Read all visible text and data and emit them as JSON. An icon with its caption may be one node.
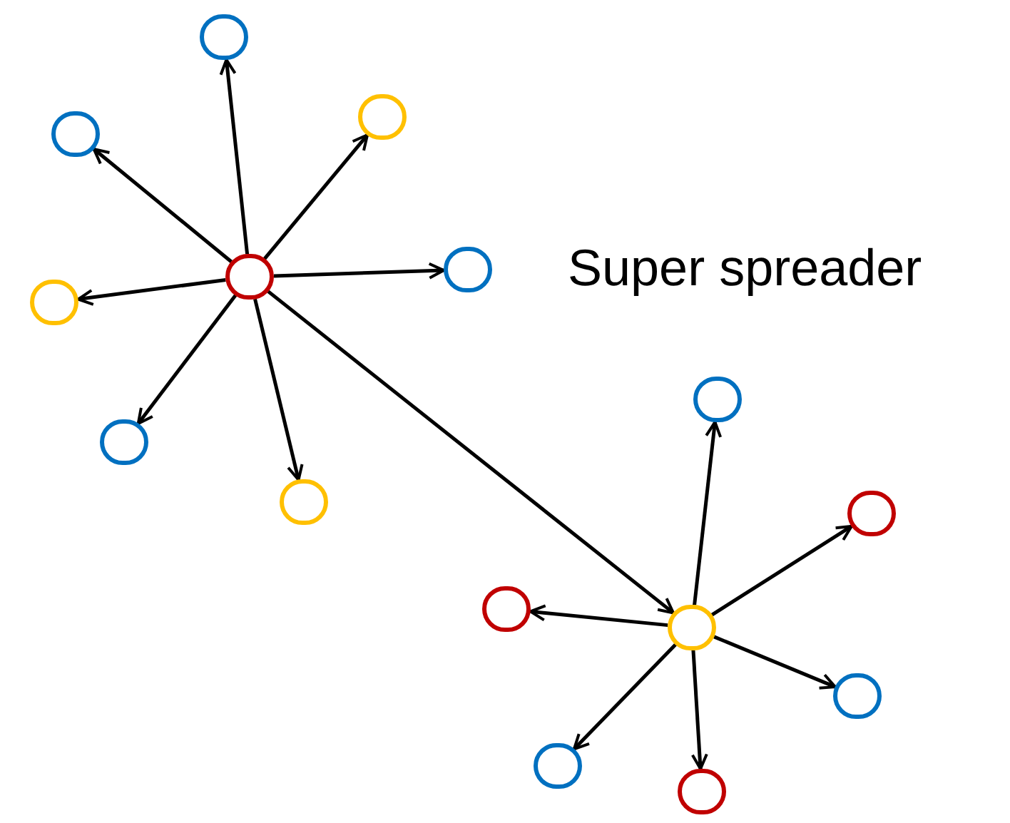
{
  "diagram": {
    "nodes": [
      {
        "text": [],
        "shape": "circle"
      },
      {
        "text": [],
        "shape": "circle"
      },
      {
        "text": [],
        "shape": "circle"
      },
      {
        "text": [],
        "shape": "circle"
      },
      {
        "text": [],
        "shape": "circle"
      },
      {
        "text": [],
        "shape": "circle"
      },
      {
        "text": [],
        "shape": "circle"
      },
      {
        "text": [],
        "shape": "circle"
      },
      {
        "text": [],
        "shape": "circle"
      },
      {
        "text": [],
        "shape": "circle"
      },
      {
        "text": [],
        "shape": "circle"
      },
      {
        "text": [],
        "shape": "circle"
      },
      {
        "text": [],
        "shape": "circle"
      },
      {
        "text": [],
        "shape": "circle"
      },
      {
        "text": [],
        "shape": "circle"
      }
    ],
    "edges": [
      {
        "from": 4,
        "to": 0,
        "arrow": "to"
      },
      {
        "from": 4,
        "to": 1,
        "arrow": "to"
      },
      {
        "from": 4,
        "to": 2,
        "arrow": "to"
      },
      {
        "from": 4,
        "to": 3,
        "arrow": "to"
      },
      {
        "from": 4,
        "to": 5,
        "arrow": "to"
      },
      {
        "from": 4,
        "to": 7,
        "arrow": "to"
      },
      {
        "from": 4,
        "to": 8,
        "arrow": "to"
      },
      {
        "from": 4,
        "to": 11,
        "arrow": "to"
      },
      {
        "from": 11,
        "to": 6,
        "arrow": "to"
      },
      {
        "from": 11,
        "to": 9,
        "arrow": "to"
      },
      {
        "from": 11,
        "to": 10,
        "arrow": "to"
      },
      {
        "from": 11,
        "to": 12,
        "arrow": "to"
      },
      {
        "from": 11,
        "to": 13,
        "arrow": "to"
      },
      {
        "from": 11,
        "to": 14,
        "arrow": "to"
      }
    ],
    "labels": [
      "Super spreader"
    ]
  }
}
